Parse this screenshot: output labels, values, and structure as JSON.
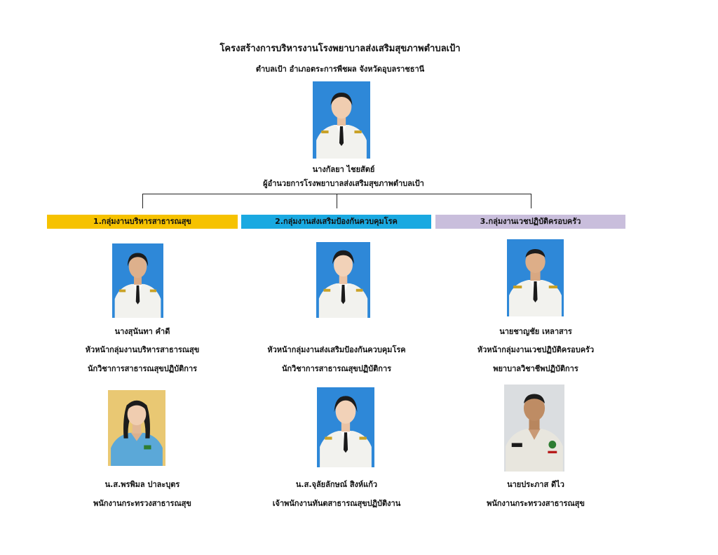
{
  "header": {
    "title": "โครงสร้างการบริหารงานโรงพยาบาลส่งเสริมสุขภาพตำบลเป้า",
    "subtitle": "ตำบลเป้า  อำเภอตระการพืชผล   จังหวัดอุบลราชธานี"
  },
  "director": {
    "name": "นางกัลยา   ไชยสัตย์",
    "position": "ผู้อำนวยการโรงพยาบาลส่งเสริมสุขภาพตำบลเป้า"
  },
  "groups": [
    {
      "label": "1.กลุ่มงานบริหารสาธารณสุข",
      "color": "#F6C200",
      "head": {
        "name": "นางสุนันทา  คำดี",
        "role": "หัวหน้ากลุ่มงานบริหารสาธารณสุข",
        "title": "นักวิชาการสาธารณสุขปฏิบัติการ"
      },
      "staff": {
        "name": "น.ส.พรพิมล  ปาละบุตร",
        "role": "พนักงานกระทรวงสาธารณสุข"
      }
    },
    {
      "label": "2.กลุ่มงานส่งเสริมป้องกันควบคุมโรค",
      "color": "#1AA9E1",
      "head": {
        "name": "",
        "role": "หัวหน้ากลุ่มงานส่งเสริมป้องกันควบคุมโรค",
        "title": "นักวิชาการสาธารณสุขปฏิบัติการ"
      },
      "staff": {
        "name": "น.ส.จุลัยลักษณ์   สิงห์แก้ว",
        "role": "เจ้าพนักงานทันตสาธารณสุขปฏิบัติงาน"
      }
    },
    {
      "label": "3.กลุ่มงานเวชปฏิบัติครอบครัว",
      "color": "#C9BEDC",
      "head": {
        "name": "นายชาญชัย  เหลาสาร",
        "role": "หัวหน้ากลุ่มงานเวชปฏิบัติครอบครัว",
        "title": "พยาบาลวิชาชีพปฏิบัติการ"
      },
      "staff": {
        "name": "นายประภาส  ดีไว",
        "role": "พนักงานกระทรวงสาธารณสุข"
      }
    }
  ],
  "colors": {
    "photo_bg_blue": "#2E88D8",
    "photo_bg_yellow": "#E9C873",
    "uniform_white": "#F2F2EE"
  }
}
